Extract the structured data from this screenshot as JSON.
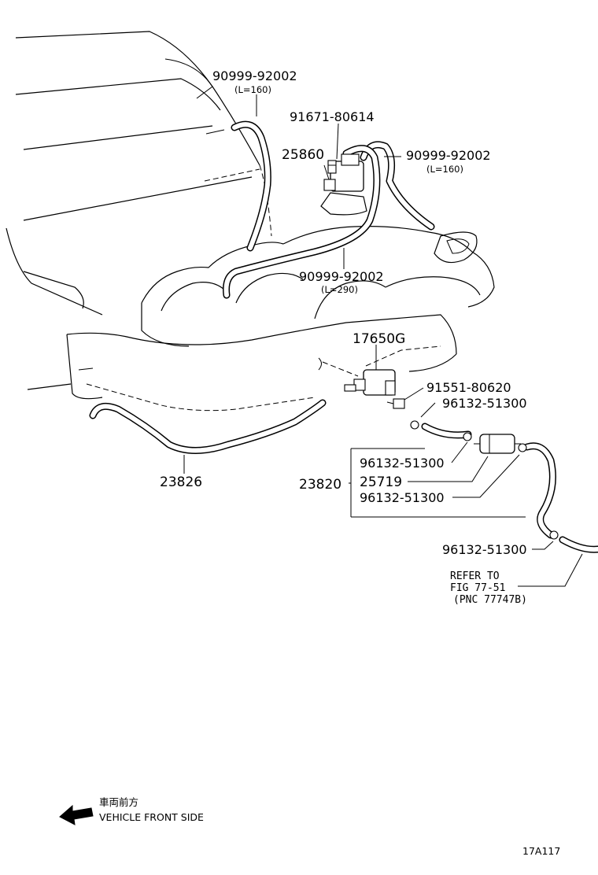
{
  "labels": {
    "hose_upper_left": {
      "part": "90999-92002",
      "length": "(L=160)"
    },
    "screw": {
      "part": "91671-80614"
    },
    "vsv_upper": {
      "part": "25860"
    },
    "hose_upper_right": {
      "part": "90999-92002",
      "length": "(L=160)"
    },
    "hose_mid": {
      "part": "90999-92002",
      "length": "(L=290)"
    },
    "vsv_lower": {
      "part": "17650G"
    },
    "bolt": {
      "part": "91551-80620"
    },
    "clamp_1": {
      "part": "96132-51300"
    },
    "hose_lower_left": {
      "part": "23826"
    },
    "clamp_2": {
      "part": "96132-51300"
    },
    "hose_assy": {
      "part": "23820"
    },
    "filter": {
      "part": "25719"
    },
    "clamp_3": {
      "part": "96132-51300"
    },
    "clamp_4": {
      "part": "96132-51300"
    },
    "refer": {
      "line1": "REFER TO",
      "line2": "FIG 77-51",
      "line3": "(PNC 77747B)"
    }
  },
  "direction": {
    "japanese": "車両前方",
    "english": "VEHICLE FRONT SIDE",
    "icon": "arrow-left-icon"
  },
  "figure_code": "17A117"
}
